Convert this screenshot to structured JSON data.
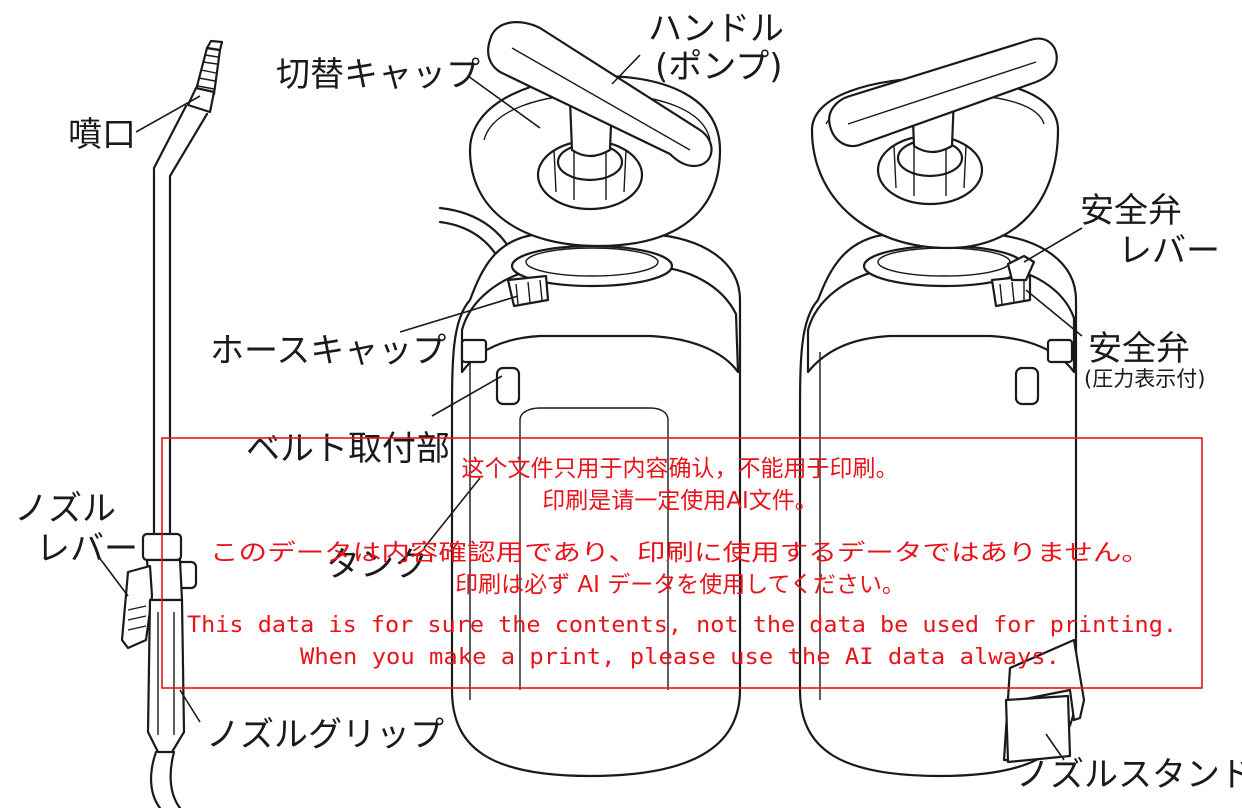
{
  "labels": {
    "nozzle_tip": "噴口",
    "switch_cap": "切替キャップ",
    "handle": "ハンドル",
    "handle_sub": "(ポンプ)",
    "safety_valve_lever_1": "安全弁",
    "safety_valve_lever_2": "レバー",
    "hose_cap": "ホースキャップ",
    "safety_valve": "安全弁",
    "safety_valve_sub": "(圧力表示付)",
    "belt_mount": "ベルト取付部",
    "nozzle_lever_1": "ノズル",
    "nozzle_lever_2": "レバー",
    "tank": "タンク",
    "nozzle_grip": "ノズルグリップ",
    "nozzle_stand": "ノズルスタンド"
  },
  "notice": {
    "line_zh_1": "这个文件只用于内容确认，不能用于印刷。",
    "line_zh_2": "印刷是请一定使用AI文件。",
    "line_ja_1": "このデータは内容確認用であり、印刷に使用するデータではありません。",
    "line_ja_2": "印刷は必ず AI データを使用してください。",
    "line_en_1": "This data is for sure the contents, not the data be used for printing.",
    "line_en_2": "When you make a print, please use the AI data always."
  },
  "colors": {
    "line": "#1a1a1a",
    "notice_red": "#e8141b",
    "background": "#ffffff"
  }
}
